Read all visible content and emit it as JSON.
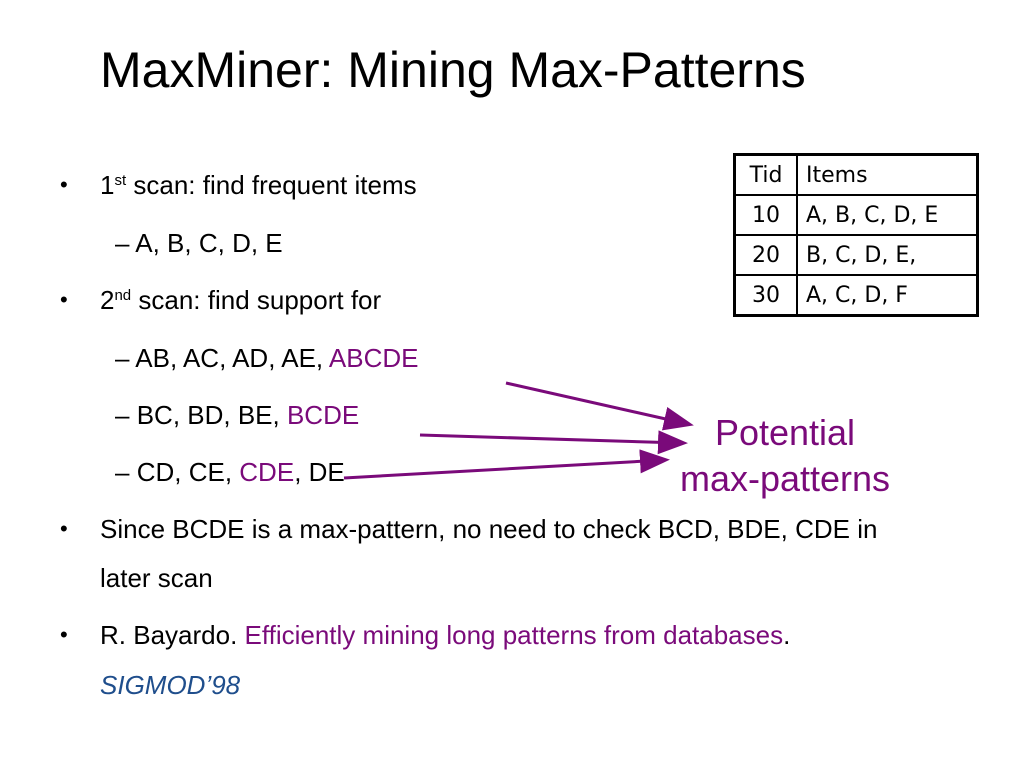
{
  "slide": {
    "title": "MaxMiner: Mining Max-Patterns",
    "bullets": [
      {
        "prefix": "1",
        "sup": "st",
        "text": " scan: find frequent items",
        "sub": [
          {
            "text": "A, B, C, D, E"
          }
        ]
      },
      {
        "prefix": "2",
        "sup": "nd",
        "text": " scan: find support for",
        "sub": [
          {
            "text": "AB, AC, AD, AE, ",
            "highlight": "ABCDE",
            "after": ""
          },
          {
            "text": "BC, BD, BE, ",
            "highlight": "BCDE",
            "after": ""
          },
          {
            "text": "CD, CE, ",
            "highlight": "CDE",
            "after": ", DE"
          }
        ]
      },
      {
        "text": "Since BCDE is a max-pattern, no need to check BCD, BDE, CDE in",
        "text2": "later scan"
      },
      {
        "author": "R. Bayardo. ",
        "paper": "Efficiently mining long patterns from databases",
        "period": ".",
        "venue": "SIGMOD’98"
      }
    ],
    "bullet_glyph": "•",
    "dash_glyph": "–",
    "callout": {
      "line1": "Potential",
      "line2": "max-patterns"
    },
    "table": {
      "headers": [
        "Tid",
        "Items"
      ],
      "rows": [
        [
          "10",
          "A, B, C, D, E"
        ],
        [
          "20",
          "B, C, D, E,"
        ],
        [
          "30",
          "A, C, D, F"
        ]
      ]
    },
    "colors": {
      "accent": "#7a0a7a",
      "venue": "#1f4e8c"
    }
  }
}
